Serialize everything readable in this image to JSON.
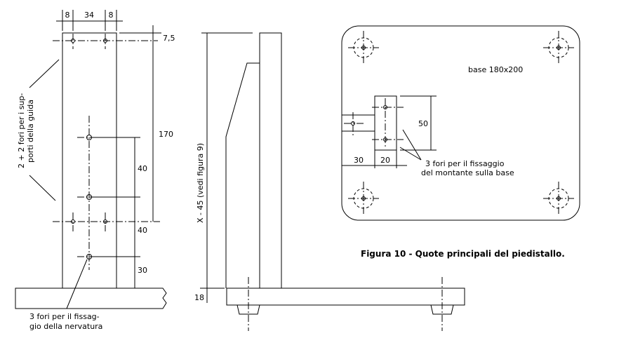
{
  "caption": "Figura 10 - Quote principali del piedistallo.",
  "front_view": {
    "dim_left": "8",
    "dim_mid": "34",
    "dim_right": "8",
    "dim_top_offset": "7,5",
    "dim_total_height": "170",
    "dim_spacing_1": "40",
    "dim_spacing_2": "40",
    "dim_bottom": "30",
    "note_guide_line1": "2 + 2 fori per i sup-",
    "note_guide_line2": "porti della guida",
    "note_rib_line1": "3 fori per il fissag-",
    "note_rib_line2": "gio della nervatura"
  },
  "side_view": {
    "dim_height": "X - 45 (vedi figura 9)",
    "dim_base": "18"
  },
  "base_view": {
    "label": "base 180x200",
    "dim_height": "50",
    "dim_offset": "30",
    "dim_width": "20",
    "note_line1": "3 fori per il fissaggio",
    "note_line2": "del montante sulla base"
  }
}
